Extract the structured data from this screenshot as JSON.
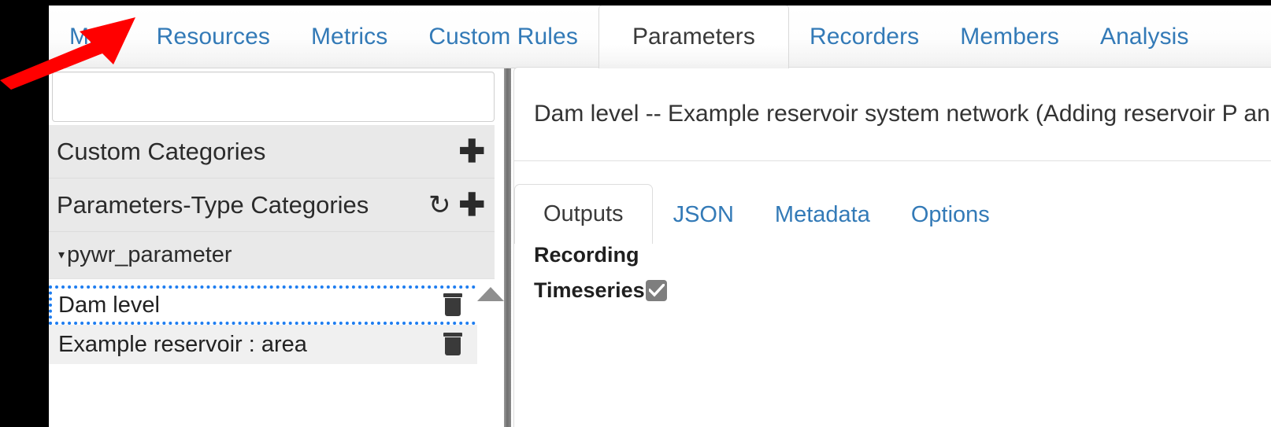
{
  "main_tabs": [
    {
      "label": "Map",
      "active": false
    },
    {
      "label": "Resources",
      "active": false
    },
    {
      "label": "Metrics",
      "active": false
    },
    {
      "label": "Custom Rules",
      "active": false
    },
    {
      "label": "Parameters",
      "active": true
    },
    {
      "label": "Recorders",
      "active": false
    },
    {
      "label": "Members",
      "active": false
    },
    {
      "label": "Analysis",
      "active": false
    }
  ],
  "left_panel": {
    "search": {
      "value": "",
      "placeholder": ""
    },
    "categories": [
      {
        "label": "Custom Categories",
        "add_icon": "plus-icon",
        "refresh_icon": null
      },
      {
        "label": "Parameters-Type Categories",
        "add_icon": "plus-icon",
        "refresh_icon": "refresh-icon"
      }
    ],
    "tree_node": {
      "label": "pywr_parameter",
      "caret": "▾",
      "expanded": true
    },
    "items": [
      {
        "name": "Dam level",
        "selected": true,
        "delete_icon": "trash-icon"
      },
      {
        "name": "Example reservoir : area",
        "selected": false,
        "delete_icon": "trash-icon"
      }
    ],
    "scroll_up_icon": "scroll-up-arrow-icon"
  },
  "right_panel": {
    "title": "Dam level -- Example reservoir system network (Adding reservoir P and E)",
    "inner_tabs": [
      {
        "label": "Outputs",
        "active": true
      },
      {
        "label": "JSON",
        "active": false
      },
      {
        "label": "Metadata",
        "active": false
      },
      {
        "label": "Options",
        "active": false
      }
    ],
    "outputs": {
      "section_heading": "Recording",
      "timeseries_label": "Timeseries",
      "timeseries_checked": true
    }
  },
  "annotation": {
    "arrow_icon": "red-arrow-icon",
    "arrow_color": "#FF0000",
    "points_at": "Map"
  },
  "colors": {
    "link_blue": "#337ab7",
    "selection_outline": "#1e7df0",
    "panel_gray": "#e9e9e9",
    "row_gray": "#f0f0f0",
    "splitter": "#6f6f6f",
    "checkbox_gray": "#7e7e7e",
    "frame_black": "#000000"
  }
}
